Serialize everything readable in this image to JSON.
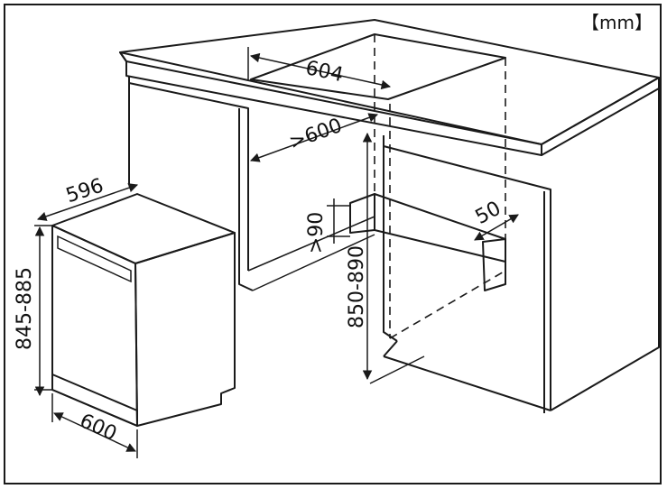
{
  "unit_label": "【mm】",
  "dimensions": {
    "niche_top_width": "604",
    "niche_width": ">600",
    "plinth_height": ">90",
    "plinth_depth": "50",
    "niche_height": "850-890",
    "appliance_width_top": "596",
    "appliance_height": "845-885",
    "appliance_depth": "600"
  },
  "colors": {
    "appliance_front": "#9a9a9a",
    "appliance_side": "#b4b4b4",
    "appliance_top": "#dadada",
    "plinth_band": "#7e7e7e",
    "cabinet_plinth": "#b9b9b9",
    "line": "#1a1a1a"
  }
}
